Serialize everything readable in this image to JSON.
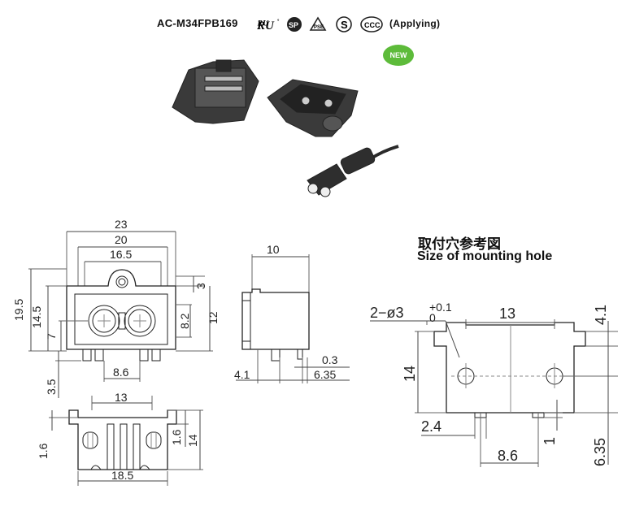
{
  "header": {
    "model": "AC-M34FPB169",
    "cert_marks": [
      "UL",
      "CSA",
      "PSE",
      "S",
      "CCC"
    ],
    "applying": "(Applying)",
    "new_badge": "NEW"
  },
  "mounting": {
    "title_cn": "取付穴参考図",
    "title_en": "Size of mounting hole",
    "hole_spec": "2−ø3",
    "tol_plus": "+0.1",
    "tol_zero": "0",
    "dims": [
      "13",
      "4.1",
      "14",
      "2.4",
      "1",
      "8.6",
      "6.35"
    ]
  },
  "front_view": {
    "dims_top": [
      "23",
      "20",
      "16.5"
    ],
    "dims_left": [
      "19.5",
      "14.5",
      "7"
    ],
    "dims_right": [
      "3",
      "8.2",
      "12"
    ],
    "dims_bottom": [
      "8.6",
      "3.5"
    ]
  },
  "side_view": {
    "dims": [
      "10",
      "0.3",
      "4.1",
      "6.35"
    ]
  },
  "bottom_view": {
    "dims": [
      "13",
      "1.6",
      "1.6",
      "14",
      "18.5"
    ]
  },
  "colors": {
    "line": "#222222",
    "dim_line": "#444444",
    "badge": "#5dbb3a",
    "product": "#3a3a3a"
  }
}
